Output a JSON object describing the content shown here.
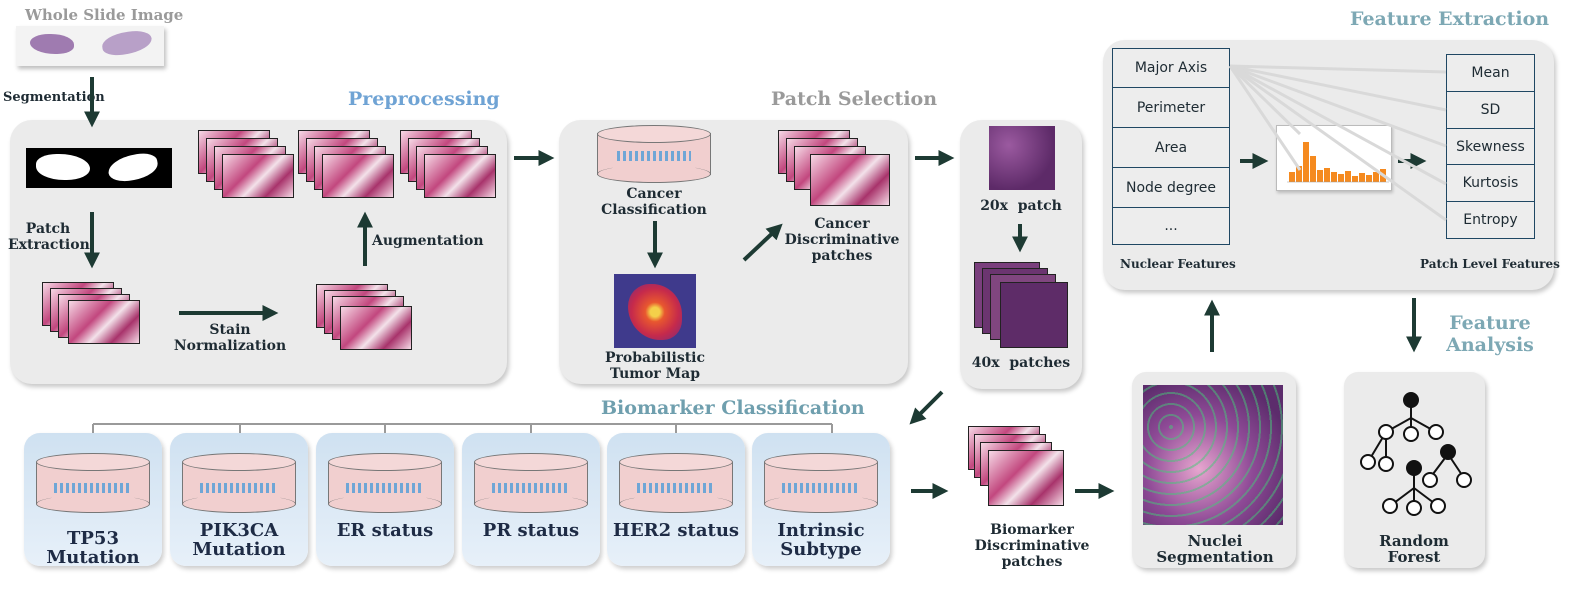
{
  "titles": {
    "wsi": "Whole Slide Image",
    "preprocessing": "Preprocessing",
    "patch_selection": "Patch Selection",
    "feature_extraction": "Feature Extraction",
    "feature_analysis": "Feature\nAnalysis",
    "biomarker_classification": "Biomarker Classification"
  },
  "colors": {
    "preprocessing_title": "#6fa3d4",
    "patch_selection_title": "#9a9a9a",
    "feature_title": "#7da8b4",
    "biomarker_title": "#6f9fae",
    "wsi_title": "#9a9a9a",
    "arrow": "#1d3a33",
    "panel_bg": "#ebebeb"
  },
  "preprocessing": {
    "segmentation": "Segmentation",
    "patch_extraction": "Patch\nExtraction",
    "stain_normalization": "Stain\nNormalization",
    "augmentation": "Augmentation"
  },
  "patch_selection": {
    "cancer_classification": "Cancer\nClassification",
    "tumor_map": "Probabilistic\nTumor Map",
    "cancer_patches": "Cancer\nDiscriminative\npatches"
  },
  "magnification": {
    "patch_20x": "20x  patch",
    "patches_40x": "40x  patches"
  },
  "feature_extraction": {
    "nuclear_features": [
      "Major Axis",
      "Perimeter",
      "Area",
      "Node degree",
      "..."
    ],
    "patch_features": [
      "Mean",
      "SD",
      "Skewness",
      "Kurtosis",
      "Entropy"
    ],
    "nuclear_label": "Nuclear Features",
    "patch_label": "Patch Level Features"
  },
  "biomarkers": [
    "TP53 Mutation",
    "PIK3CA\nMutation",
    "ER status",
    "PR status",
    "HER2 status",
    "Intrinsic\nSubtype"
  ],
  "bottom": {
    "biomarker_patches": "Biomarker\nDiscriminative\npatches",
    "nuclei_segmentation": "Nuclei\nSegmentation",
    "random_forest": "Random\nForest"
  },
  "icons": {
    "model": "neural-network-cylinder-icon",
    "tree": "random-forest-tree-icon",
    "histogram": "histogram-icon"
  }
}
